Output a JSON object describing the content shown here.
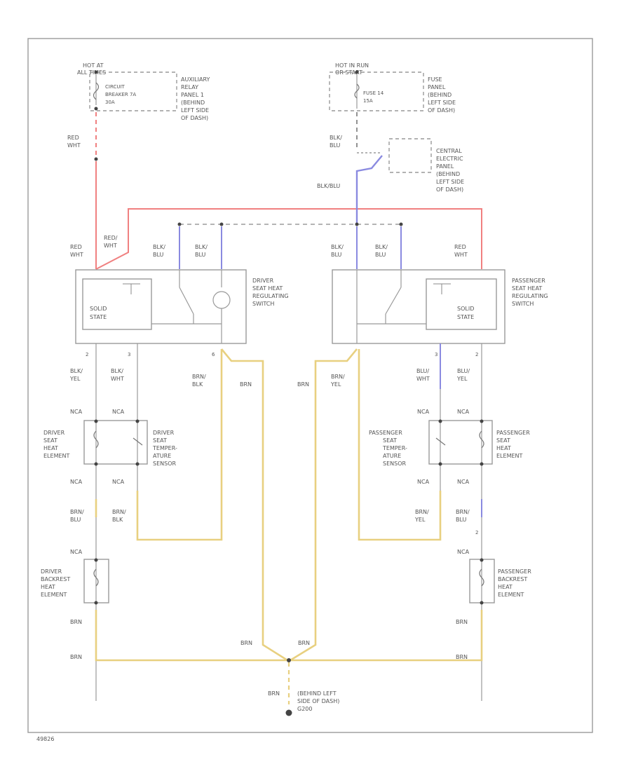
{
  "colors": {
    "red": "#f08080",
    "blue": "#8a8ae0",
    "yellow": "#e8d080",
    "gray": "#999999"
  },
  "top_left": {
    "hot_label_1": "HOT AT",
    "hot_label_2": "ALL TIMES",
    "cb_label_1": "CIRCUIT",
    "cb_label_2": "BREAKER 7A",
    "cb_label_3": "30A",
    "panel_1": "AUXILIARY",
    "panel_2": "RELAY",
    "panel_3": "PANEL 1",
    "panel_4": "(BEHIND",
    "panel_5": "LEFT SIDE",
    "panel_6": "OF DASH)",
    "wire_1": "RED",
    "wire_2": "WHT"
  },
  "top_right": {
    "hot_label_1": "HOT IN RUN",
    "hot_label_2": "OR START",
    "fuse_label_1": "FUSE 14",
    "fuse_label_2": "15A",
    "panel_1": "FUSE",
    "panel_2": "PANEL",
    "panel_3": "(BEHIND",
    "panel_4": "LEFT SIDE",
    "panel_5": "OF DASH)",
    "wire_1": "BLK/",
    "wire_2": "BLU",
    "cep_1": "CENTRAL",
    "cep_2": "ELECTRIC",
    "cep_3": "PANEL",
    "cep_4": "(BEHIND",
    "cep_5": "LEFT SIDE",
    "cep_6": "OF DASH)",
    "wire_3": "BLK/BLU"
  },
  "driver_switch": {
    "name_1": "DRIVER",
    "name_2": "SEAT HEAT",
    "name_3": "REGULATING",
    "name_4": "SWITCH",
    "solid_1": "SOLID",
    "solid_2": "STATE",
    "wire_red_1": "RED",
    "wire_red_2": "WHT",
    "wire_red_b1": "RED/",
    "wire_red_b2": "WHT",
    "wire_a_1": "BLK/",
    "wire_a_2": "BLU",
    "wire_b_1": "BLK/",
    "wire_b_2": "BLU",
    "pin_1": "2",
    "pin_2": "3",
    "pin_3": "6"
  },
  "passenger_switch": {
    "name_1": "PASSENGER",
    "name_2": "SEAT HEAT",
    "name_3": "REGULATING",
    "name_4": "SWITCH",
    "solid_1": "SOLID",
    "solid_2": "STATE",
    "wire_red_1": "RED",
    "wire_red_2": "WHT",
    "wire_a_1": "BLK/",
    "wire_a_2": "BLU",
    "wire_b_1": "BLK/",
    "wire_b_2": "BLU",
    "pin_1": "3",
    "pin_2": "2"
  },
  "driver_lower": {
    "w1_1": "BLK/",
    "w1_2": "YEL",
    "w2_1": "BLK/",
    "w2_2": "WHT",
    "w3_1": "BRN/",
    "w3_2": "BLK",
    "w4": "BRN",
    "nca": "NCA",
    "elem_1": "DRIVER",
    "elem_2": "SEAT",
    "elem_3": "HEAT",
    "elem_4": "ELEMENT",
    "sens_1": "DRIVER",
    "sens_2": "SEAT",
    "sens_3": "TEMPER-",
    "sens_4": "ATURE",
    "sens_5": "SENSOR",
    "w5_1": "BRN/",
    "w5_2": "BLU",
    "w6_1": "BRN/",
    "w6_2": "BLK",
    "back_1": "DRIVER",
    "back_2": "BACKREST",
    "back_3": "HEAT",
    "back_4": "ELEMENT",
    "w7": "BRN",
    "w8": "BRN"
  },
  "passenger_lower": {
    "w1_1": "BRN/",
    "w1_2": "YEL",
    "w0": "BRN",
    "w2_1": "BLU/",
    "w2_2": "WHT",
    "w3_1": "BLU/",
    "w3_2": "YEL",
    "nca": "NCA",
    "sens_1": "PASSENGER",
    "sens_2": "SEAT",
    "sens_3": "TEMPER-",
    "sens_4": "ATURE",
    "sens_5": "SENSOR",
    "elem_1": "PASSENGER",
    "elem_2": "SEAT",
    "elem_3": "HEAT",
    "elem_4": "ELEMENT",
    "w5_1": "BRN/",
    "w5_2": "YEL",
    "w6_1": "BRN/",
    "w6_2": "BLU",
    "pin": "2",
    "back_1": "PASSENGER",
    "back_2": "BACKREST",
    "back_3": "HEAT",
    "back_4": "ELEMENT",
    "w7": "BRN",
    "w8": "BRN"
  },
  "ground": {
    "w_left": "BRN",
    "w_right": "BRN",
    "w_down": "BRN",
    "label_1": "(BEHIND LEFT",
    "label_2": "SIDE OF DASH)",
    "label_3": "G200"
  },
  "footer": {
    "code": "49826"
  }
}
